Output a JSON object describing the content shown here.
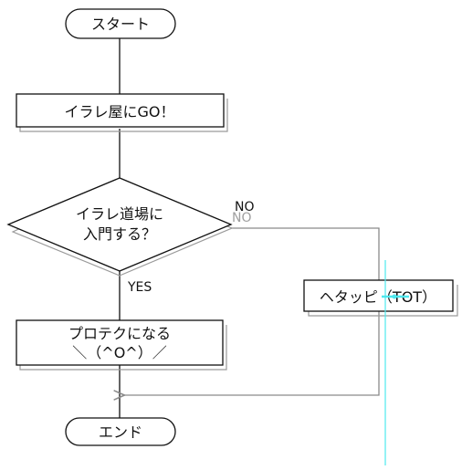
{
  "flowchart": {
    "start_label": "スタート",
    "step1_label": "イラレ屋にGO！",
    "decision_line1": "イラレ道場に",
    "decision_line2": "入門する？",
    "branch_no": "NO",
    "branch_no_shadow": "NO",
    "branch_yes": "YES",
    "no_box_label": "ヘタッピ（TOT）",
    "yes_box_line1": "プロテクになる",
    "yes_box_line2": "＼（^O^）／",
    "end_label": "エンド"
  },
  "colors": {
    "stroke": "#111111",
    "shadow": "#9a9a9a",
    "connector": "#8a8a8a",
    "guide": "#4ee8ee"
  }
}
